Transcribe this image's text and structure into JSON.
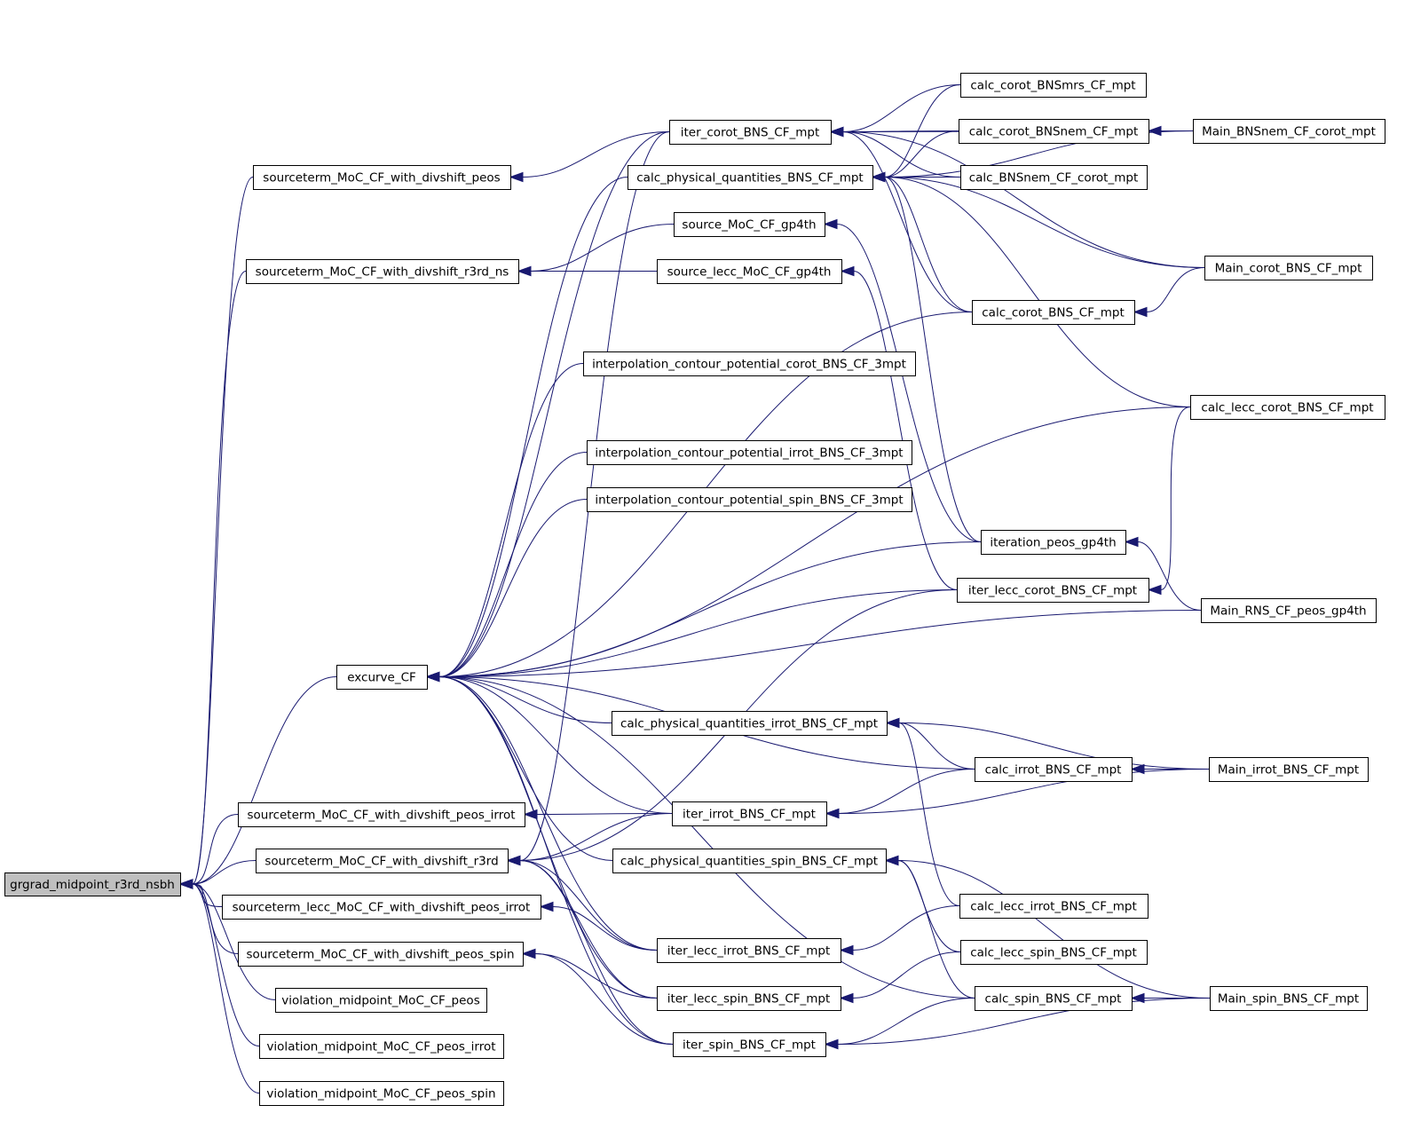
{
  "colors": {
    "edge": "#191970",
    "root_fill": "#bfbfbf",
    "node_fill": "#ffffff",
    "border": "#000000"
  },
  "root": "grgrad_midpoint_r3rd_nsbh",
  "nodes": [
    {
      "id": "grgrad",
      "label": "grgrad_midpoint_r3rd_nsbh"
    },
    {
      "id": "st_divshift_peos",
      "label": "sourceterm_MoC_CF_with_divshift_peos"
    },
    {
      "id": "st_divshift_r3rd_ns",
      "label": "sourceterm_MoC_CF_with_divshift_r3rd_ns"
    },
    {
      "id": "excurve",
      "label": "excurve_CF"
    },
    {
      "id": "st_divshift_peos_irrot",
      "label": "sourceterm_MoC_CF_with_divshift_peos_irrot"
    },
    {
      "id": "st_divshift_r3rd",
      "label": "sourceterm_MoC_CF_with_divshift_r3rd"
    },
    {
      "id": "st_lecc_peos_irrot",
      "label": "sourceterm_lecc_MoC_CF_with_divshift_peos_irrot"
    },
    {
      "id": "st_divshift_peos_spin",
      "label": "sourceterm_MoC_CF_with_divshift_peos_spin"
    },
    {
      "id": "viol_peos",
      "label": "violation_midpoint_MoC_CF_peos"
    },
    {
      "id": "viol_peos_irrot",
      "label": "violation_midpoint_MoC_CF_peos_irrot"
    },
    {
      "id": "viol_peos_spin",
      "label": "violation_midpoint_MoC_CF_peos_spin"
    },
    {
      "id": "iter_corot",
      "label": "iter_corot_BNS_CF_mpt"
    },
    {
      "id": "cpq_bns",
      "label": "calc_physical_quantities_BNS_CF_mpt"
    },
    {
      "id": "src_gp4th",
      "label": "source_MoC_CF_gp4th"
    },
    {
      "id": "src_lecc_gp4th",
      "label": "source_lecc_MoC_CF_gp4th"
    },
    {
      "id": "interp_corot",
      "label": "interpolation_contour_potential_corot_BNS_CF_3mpt"
    },
    {
      "id": "interp_irrot",
      "label": "interpolation_contour_potential_irrot_BNS_CF_3mpt"
    },
    {
      "id": "interp_spin",
      "label": "interpolation_contour_potential_spin_BNS_CF_3mpt"
    },
    {
      "id": "cpq_irrot",
      "label": "calc_physical_quantities_irrot_BNS_CF_mpt"
    },
    {
      "id": "iter_irrot",
      "label": "iter_irrot_BNS_CF_mpt"
    },
    {
      "id": "cpq_spin",
      "label": "calc_physical_quantities_spin_BNS_CF_mpt"
    },
    {
      "id": "iter_lecc_irrot",
      "label": "iter_lecc_irrot_BNS_CF_mpt"
    },
    {
      "id": "iter_lecc_spin",
      "label": "iter_lecc_spin_BNS_CF_mpt"
    },
    {
      "id": "iter_spin",
      "label": "iter_spin_BNS_CF_mpt"
    },
    {
      "id": "calc_corot_BNSmrs",
      "label": "calc_corot_BNSmrs_CF_mpt"
    },
    {
      "id": "calc_corot_BNSnem",
      "label": "calc_corot_BNSnem_CF_mpt"
    },
    {
      "id": "calc_BNSnem_corot",
      "label": "calc_BNSnem_CF_corot_mpt"
    },
    {
      "id": "calc_corot_BNS",
      "label": "calc_corot_BNS_CF_mpt"
    },
    {
      "id": "iteration_peos",
      "label": "iteration_peos_gp4th"
    },
    {
      "id": "iter_lecc_corot",
      "label": "iter_lecc_corot_BNS_CF_mpt"
    },
    {
      "id": "calc_irrot",
      "label": "calc_irrot_BNS_CF_mpt"
    },
    {
      "id": "calc_lecc_irrot",
      "label": "calc_lecc_irrot_BNS_CF_mpt"
    },
    {
      "id": "calc_lecc_spin",
      "label": "calc_lecc_spin_BNS_CF_mpt"
    },
    {
      "id": "calc_spin",
      "label": "calc_spin_BNS_CF_mpt"
    },
    {
      "id": "main_BNSnem",
      "label": "Main_BNSnem_CF_corot_mpt"
    },
    {
      "id": "main_corot",
      "label": "Main_corot_BNS_CF_mpt"
    },
    {
      "id": "calc_lecc_corot",
      "label": "calc_lecc_corot_BNS_CF_mpt"
    },
    {
      "id": "main_RNS",
      "label": "Main_RNS_CF_peos_gp4th"
    },
    {
      "id": "main_irrot",
      "label": "Main_irrot_BNS_CF_mpt"
    },
    {
      "id": "main_spin",
      "label": "Main_spin_BNS_CF_mpt"
    }
  ],
  "edges": [
    [
      "st_divshift_peos",
      "grgrad"
    ],
    [
      "st_divshift_r3rd_ns",
      "grgrad"
    ],
    [
      "excurve",
      "grgrad"
    ],
    [
      "st_divshift_peos_irrot",
      "grgrad"
    ],
    [
      "st_divshift_r3rd",
      "grgrad"
    ],
    [
      "st_lecc_peos_irrot",
      "grgrad"
    ],
    [
      "st_divshift_peos_spin",
      "grgrad"
    ],
    [
      "viol_peos",
      "grgrad"
    ],
    [
      "viol_peos_irrot",
      "grgrad"
    ],
    [
      "viol_peos_spin",
      "grgrad"
    ],
    [
      "iter_corot",
      "st_divshift_peos"
    ],
    [
      "src_gp4th",
      "st_divshift_r3rd_ns"
    ],
    [
      "src_lecc_gp4th",
      "st_divshift_r3rd_ns"
    ],
    [
      "iter_corot",
      "excurve"
    ],
    [
      "cpq_bns",
      "excurve"
    ],
    [
      "calc_corot_BNS",
      "excurve"
    ],
    [
      "interp_corot",
      "excurve"
    ],
    [
      "calc_lecc_corot",
      "excurve"
    ],
    [
      "interp_irrot",
      "excurve"
    ],
    [
      "interp_spin",
      "excurve"
    ],
    [
      "iteration_peos",
      "excurve"
    ],
    [
      "iter_lecc_corot",
      "excurve"
    ],
    [
      "main_RNS",
      "excurve"
    ],
    [
      "cpq_irrot",
      "excurve"
    ],
    [
      "calc_irrot",
      "excurve"
    ],
    [
      "iter_irrot",
      "excurve"
    ],
    [
      "cpq_spin",
      "excurve"
    ],
    [
      "calc_spin",
      "excurve"
    ],
    [
      "iter_lecc_irrot",
      "excurve"
    ],
    [
      "iter_lecc_spin",
      "excurve"
    ],
    [
      "iter_spin",
      "excurve"
    ],
    [
      "iter_irrot",
      "st_divshift_peos_irrot"
    ],
    [
      "iter_corot",
      "st_divshift_r3rd"
    ],
    [
      "iter_irrot",
      "st_divshift_r3rd"
    ],
    [
      "iter_lecc_corot",
      "st_divshift_r3rd"
    ],
    [
      "iter_lecc_irrot",
      "st_divshift_r3rd"
    ],
    [
      "iter_lecc_spin",
      "st_divshift_r3rd"
    ],
    [
      "iter_spin",
      "st_divshift_r3rd"
    ],
    [
      "iter_lecc_irrot",
      "st_lecc_peos_irrot"
    ],
    [
      "iter_lecc_spin",
      "st_divshift_peos_spin"
    ],
    [
      "iter_spin",
      "st_divshift_peos_spin"
    ],
    [
      "calc_corot_BNSmrs",
      "iter_corot"
    ],
    [
      "calc_corot_BNSnem",
      "iter_corot"
    ],
    [
      "calc_BNSnem_corot",
      "iter_corot"
    ],
    [
      "calc_corot_BNS",
      "iter_corot"
    ],
    [
      "main_corot",
      "iter_corot"
    ],
    [
      "main_BNSnem",
      "iter_corot"
    ],
    [
      "calc_corot_BNSmrs",
      "cpq_bns"
    ],
    [
      "calc_corot_BNSnem",
      "cpq_bns"
    ],
    [
      "calc_BNSnem_corot",
      "cpq_bns"
    ],
    [
      "main_BNSnem",
      "cpq_bns"
    ],
    [
      "main_corot",
      "cpq_bns"
    ],
    [
      "calc_corot_BNS",
      "cpq_bns"
    ],
    [
      "calc_lecc_corot",
      "cpq_bns"
    ],
    [
      "iteration_peos",
      "cpq_bns"
    ],
    [
      "iteration_peos",
      "src_gp4th"
    ],
    [
      "iter_lecc_corot",
      "src_lecc_gp4th"
    ],
    [
      "main_BNSnem",
      "calc_corot_BNSnem"
    ],
    [
      "main_corot",
      "calc_corot_BNS"
    ],
    [
      "main_RNS",
      "iteration_peos"
    ],
    [
      "calc_lecc_corot",
      "iter_lecc_corot"
    ],
    [
      "calc_irrot",
      "cpq_irrot"
    ],
    [
      "main_irrot",
      "cpq_irrot"
    ],
    [
      "calc_lecc_irrot",
      "cpq_irrot"
    ],
    [
      "main_irrot",
      "calc_irrot"
    ],
    [
      "calc_irrot",
      "iter_irrot"
    ],
    [
      "main_irrot",
      "iter_irrot"
    ],
    [
      "main_spin",
      "cpq_spin"
    ],
    [
      "calc_spin",
      "cpq_spin"
    ],
    [
      "calc_lecc_spin",
      "cpq_spin"
    ],
    [
      "main_spin",
      "calc_spin"
    ],
    [
      "calc_lecc_irrot",
      "iter_lecc_irrot"
    ],
    [
      "calc_lecc_spin",
      "iter_lecc_spin"
    ],
    [
      "calc_spin",
      "iter_spin"
    ],
    [
      "main_spin",
      "iter_spin"
    ]
  ]
}
